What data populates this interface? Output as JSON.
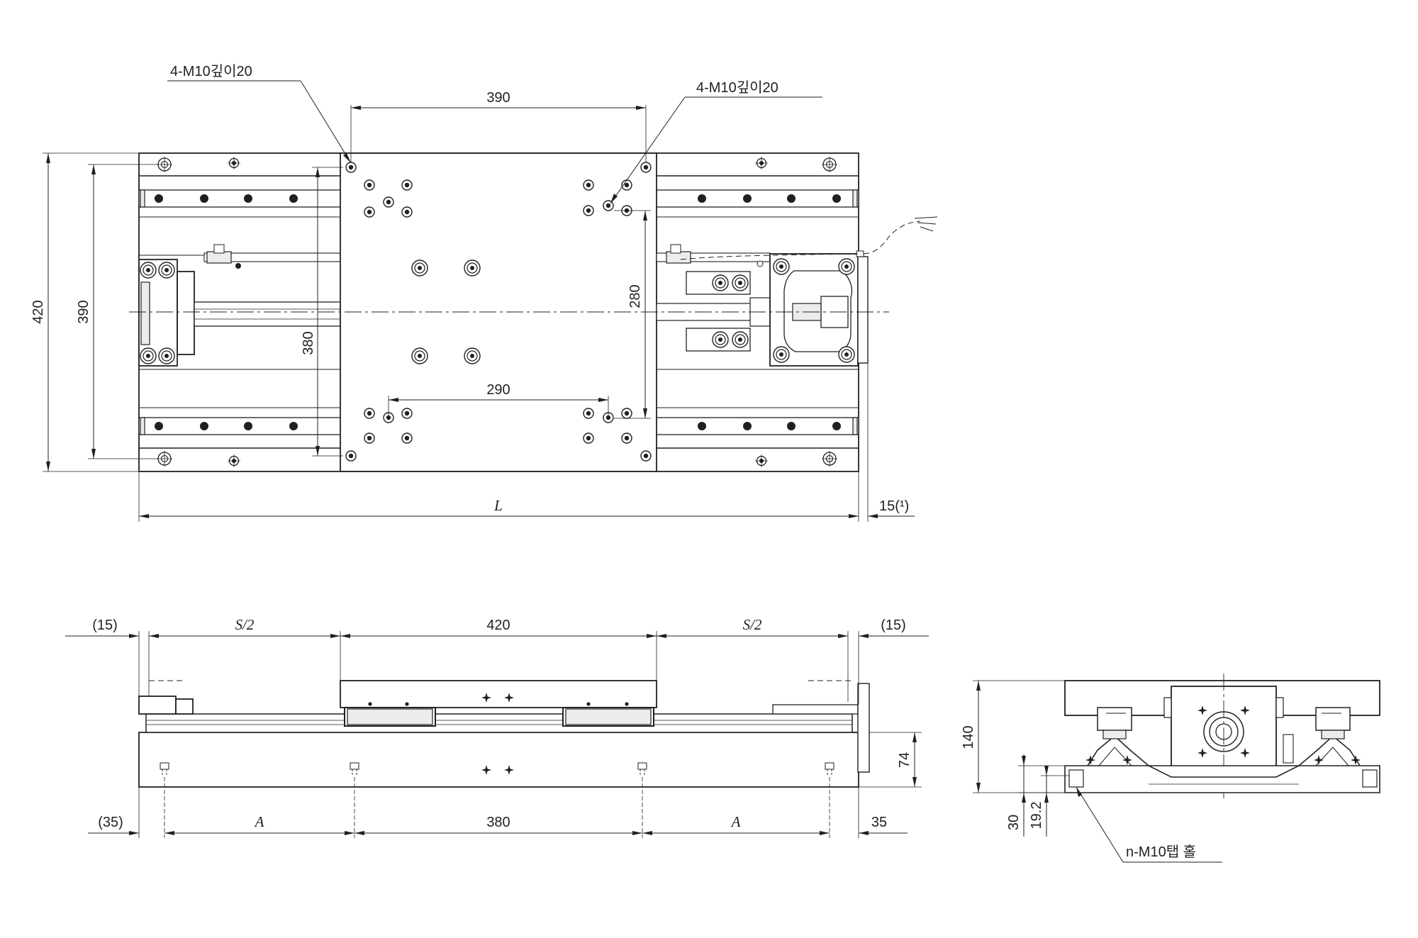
{
  "top_view": {
    "callout_left": "4-M10깊이20",
    "callout_right": "4-M10깊이20",
    "dim_390_top": "390",
    "dim_420_left": "420",
    "dim_390_left": "390",
    "dim_380": "380",
    "dim_280": "280",
    "dim_290": "290",
    "dim_L": "L",
    "dim_15_note": "15(¹)"
  },
  "front_view": {
    "dim_15_left": "(15)",
    "dim_S2_left": "S/2",
    "dim_420": "420",
    "dim_S2_right": "S/2",
    "dim_15_right": "(15)",
    "dim_35_left": "(35)",
    "dim_A_left": "A",
    "dim_380": "380",
    "dim_A_right": "A",
    "dim_35_right": "35",
    "dim_74": "74"
  },
  "side_view": {
    "dim_140": "140",
    "dim_30": "30",
    "dim_19_2": "19.2",
    "tap_callout": "n-M10탭 홀"
  }
}
